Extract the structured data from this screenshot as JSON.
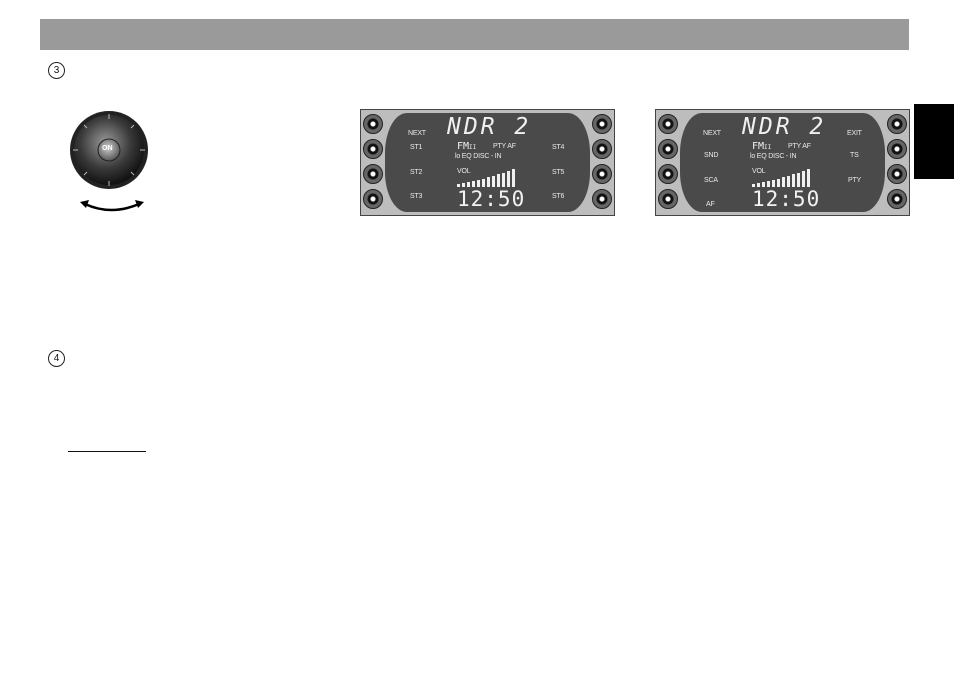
{
  "step_markers": [
    "3",
    "4"
  ],
  "knob": {
    "label": "ON"
  },
  "display_left": {
    "station_name": "NDR 2",
    "band": "FM",
    "band_sub": "II",
    "pty_af": "PTY AF",
    "status_line": "lo EQ DISC - IN",
    "vol_label": "VOL",
    "clock": "12:50",
    "left_labels": [
      "NEXT",
      "ST1",
      "ST2",
      "ST3"
    ],
    "right_labels": [
      "ST4",
      "ST5",
      "ST6"
    ]
  },
  "display_right": {
    "station_name": "NDR 2",
    "band": "FM",
    "band_sub": "II",
    "pty_af": "PTY AF",
    "status_line": "lo EQ DISC - IN",
    "vol_label": "VOL",
    "clock": "12:50",
    "left_labels": [
      "NEXT",
      "SND",
      "SCA",
      "AF"
    ],
    "right_labels": [
      "EXIT",
      "TS",
      "PTY"
    ]
  },
  "colors": {
    "header_bar": "#9a9a9a",
    "side_tab": "#000000",
    "screen": "#4a4a4a",
    "panel_frame": "#bdbdbd"
  }
}
